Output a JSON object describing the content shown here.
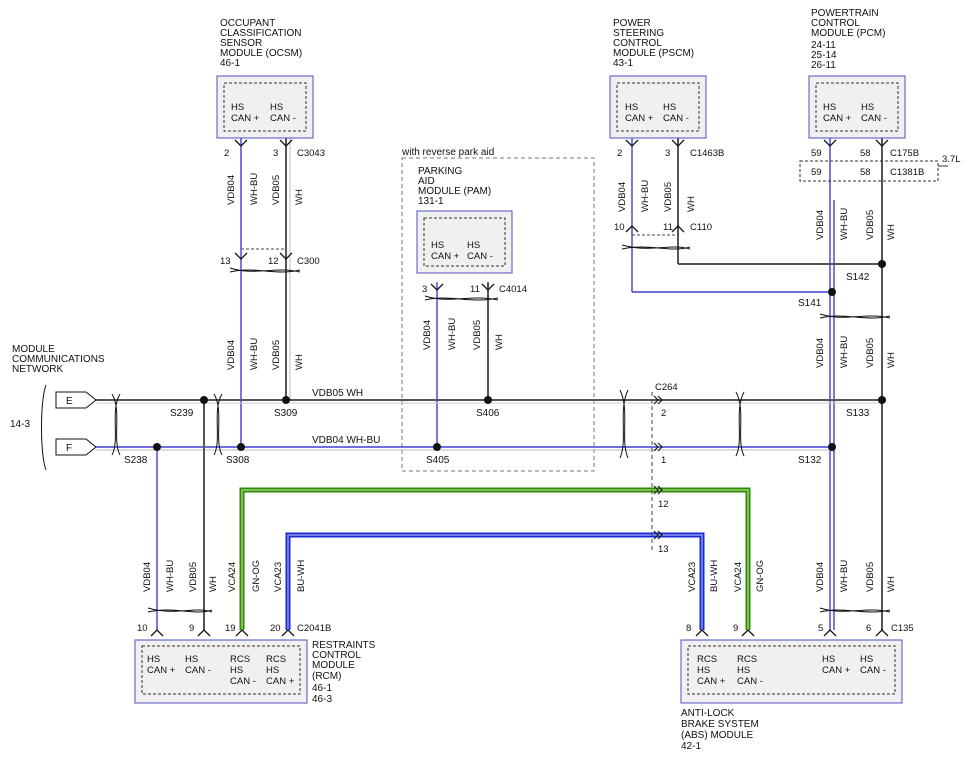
{
  "colors": {
    "can_high": "#3f3fd0",
    "can_low": "#555555",
    "vca24": "#2e8b0a",
    "vca23": "#1a2ad0",
    "module_border": "#5050c0",
    "module_fill": "#f0f0f0"
  },
  "network": {
    "title": [
      "MODULE",
      "COMMUNICATIONS",
      "NETWORK"
    ],
    "ref": "14-3",
    "bus_e_letter": "E",
    "bus_f_letter": "F",
    "bus_e_label": "VDB05   WH",
    "bus_f_label": "VDB04   WH-BU",
    "c264": "C264",
    "c264_pins": [
      "2",
      "1",
      "12",
      "13"
    ]
  },
  "modules": {
    "ocsm": {
      "title": [
        "OCCUPANT",
        "CLASSIFICATION",
        "SENSOR",
        "MODULE (OCSM)",
        "46-1"
      ],
      "pins": [
        [
          "HS",
          "CAN +"
        ],
        [
          "HS",
          "CAN -"
        ]
      ],
      "pin_numbers": [
        "2",
        "3"
      ],
      "connector": "C3043",
      "wires": [
        "VDB04",
        "WH-BU",
        "VDB05",
        "WH"
      ],
      "c300": "C300",
      "c300_pins": [
        "13",
        "12"
      ],
      "wires_lower": [
        "VDB04",
        "WH-BU",
        "VDB05",
        "WH"
      ],
      "splices": [
        "S309",
        "S308"
      ]
    },
    "pam": {
      "option": "with reverse park aid",
      "title": [
        "PARKING",
        "AID",
        "MODULE (PAM)",
        "131-1"
      ],
      "pins": [
        [
          "HS",
          "CAN +"
        ],
        [
          "HS",
          "CAN -"
        ]
      ],
      "pin_numbers": [
        "3",
        "11"
      ],
      "connector": "C4014",
      "wires": [
        "VDB04",
        "WH-BU",
        "VDB05",
        "WH"
      ],
      "splices": [
        "S406",
        "S405"
      ]
    },
    "pscm": {
      "title": [
        "POWER",
        "STEERING",
        "CONTROL",
        "MODULE (PSCM)",
        "43-1"
      ],
      "pins": [
        [
          "HS",
          "CAN +"
        ],
        [
          "HS",
          "CAN -"
        ]
      ],
      "pin_numbers": [
        "2",
        "3"
      ],
      "connector": "C1463B",
      "wires": [
        "VDB04",
        "WH-BU",
        "VDB05",
        "WH"
      ],
      "c110": "C110",
      "c110_pins": [
        "10",
        "11"
      ]
    },
    "pcm": {
      "title": [
        "POWERTRAIN",
        "CONTROL",
        "MODULE (PCM)",
        "24-11",
        "25-14",
        "26-11"
      ],
      "pins": [
        [
          "HS",
          "CAN +"
        ],
        [
          "HS",
          "CAN -"
        ]
      ],
      "pin_numbers": [
        "59",
        "58"
      ],
      "connector": "C175B",
      "alt_connector": "C1381B",
      "alt_pins": [
        "59",
        "58"
      ],
      "alt_note": "3.7L",
      "wires": [
        "VDB04",
        "WH-BU",
        "VDB05",
        "WH"
      ],
      "wires_mid": [
        "VDB04",
        "WH-BU",
        "VDB05",
        "WH"
      ],
      "splices": [
        "S142",
        "S141",
        "S133",
        "S132"
      ]
    },
    "rcm": {
      "title": [
        "RESTRAINTS",
        "CONTROL",
        "MODULE",
        "(RCM)",
        "46-1",
        "46-3"
      ],
      "pins": [
        [
          "HS",
          "CAN +"
        ],
        [
          "HS",
          "CAN -"
        ],
        [
          "RCS",
          "HS",
          "CAN -"
        ],
        [
          "RCS",
          "HS",
          "CAN +"
        ]
      ],
      "pin_numbers": [
        "10",
        "9",
        "19",
        "20"
      ],
      "connector": "C2041B",
      "wires": [
        "VDB04",
        "WH-BU",
        "VDB05",
        "WH",
        "VCA24",
        "GN-OG",
        "VCA23",
        "BU-WH"
      ]
    },
    "abs": {
      "title": [
        "ANTI-LOCK",
        "BRAKE SYSTEM",
        "(ABS) MODULE",
        "42-1"
      ],
      "pins": [
        [
          "RCS",
          "HS",
          "CAN +"
        ],
        [
          "RCS",
          "HS",
          "CAN -"
        ],
        [
          "HS",
          "CAN +"
        ],
        [
          "HS",
          "CAN -"
        ]
      ],
      "pin_numbers": [
        "8",
        "9",
        "5",
        "6"
      ],
      "connector": "C135",
      "wires": [
        "VCA23",
        "BU-WH",
        "VCA24",
        "GN-OG",
        "VDB04",
        "WH-BU",
        "VDB05",
        "WH"
      ]
    }
  },
  "splices_left": [
    "S239",
    "S238"
  ]
}
